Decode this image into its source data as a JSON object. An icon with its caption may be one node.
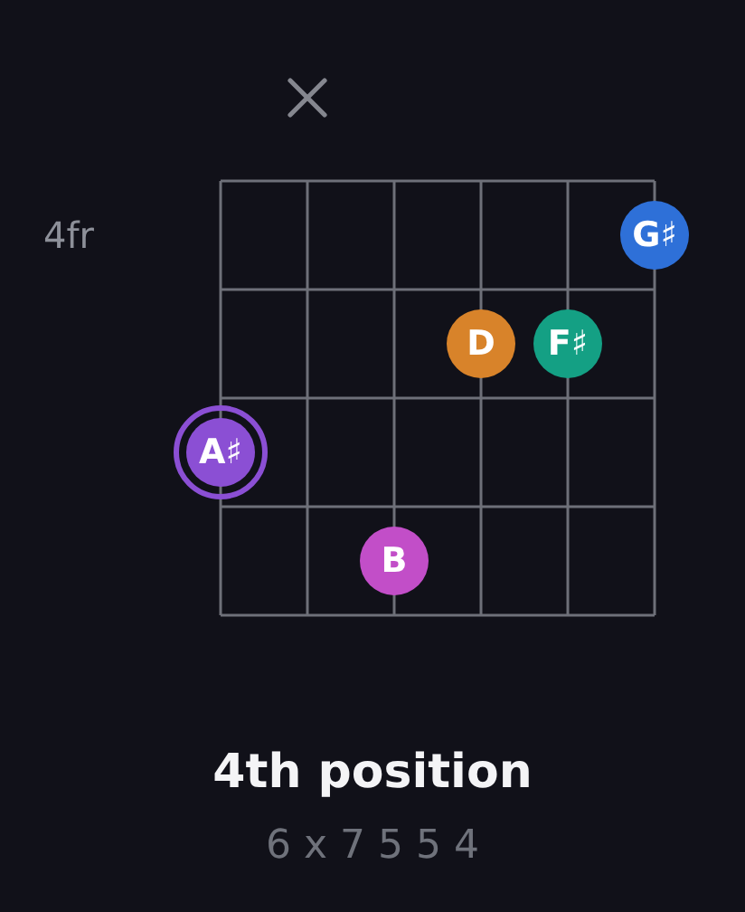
{
  "diagram": {
    "title": "4th position",
    "caption": "6 x 7 5 5 4",
    "nodes": [
      {
        "text": [
          "G♯"
        ]
      },
      {
        "text": [
          "D"
        ]
      },
      {
        "text": [
          "F♯"
        ]
      },
      {
        "text": [
          "A♯"
        ]
      },
      {
        "text": [
          "B"
        ]
      }
    ],
    "labels": [
      "4fr"
    ]
  }
}
